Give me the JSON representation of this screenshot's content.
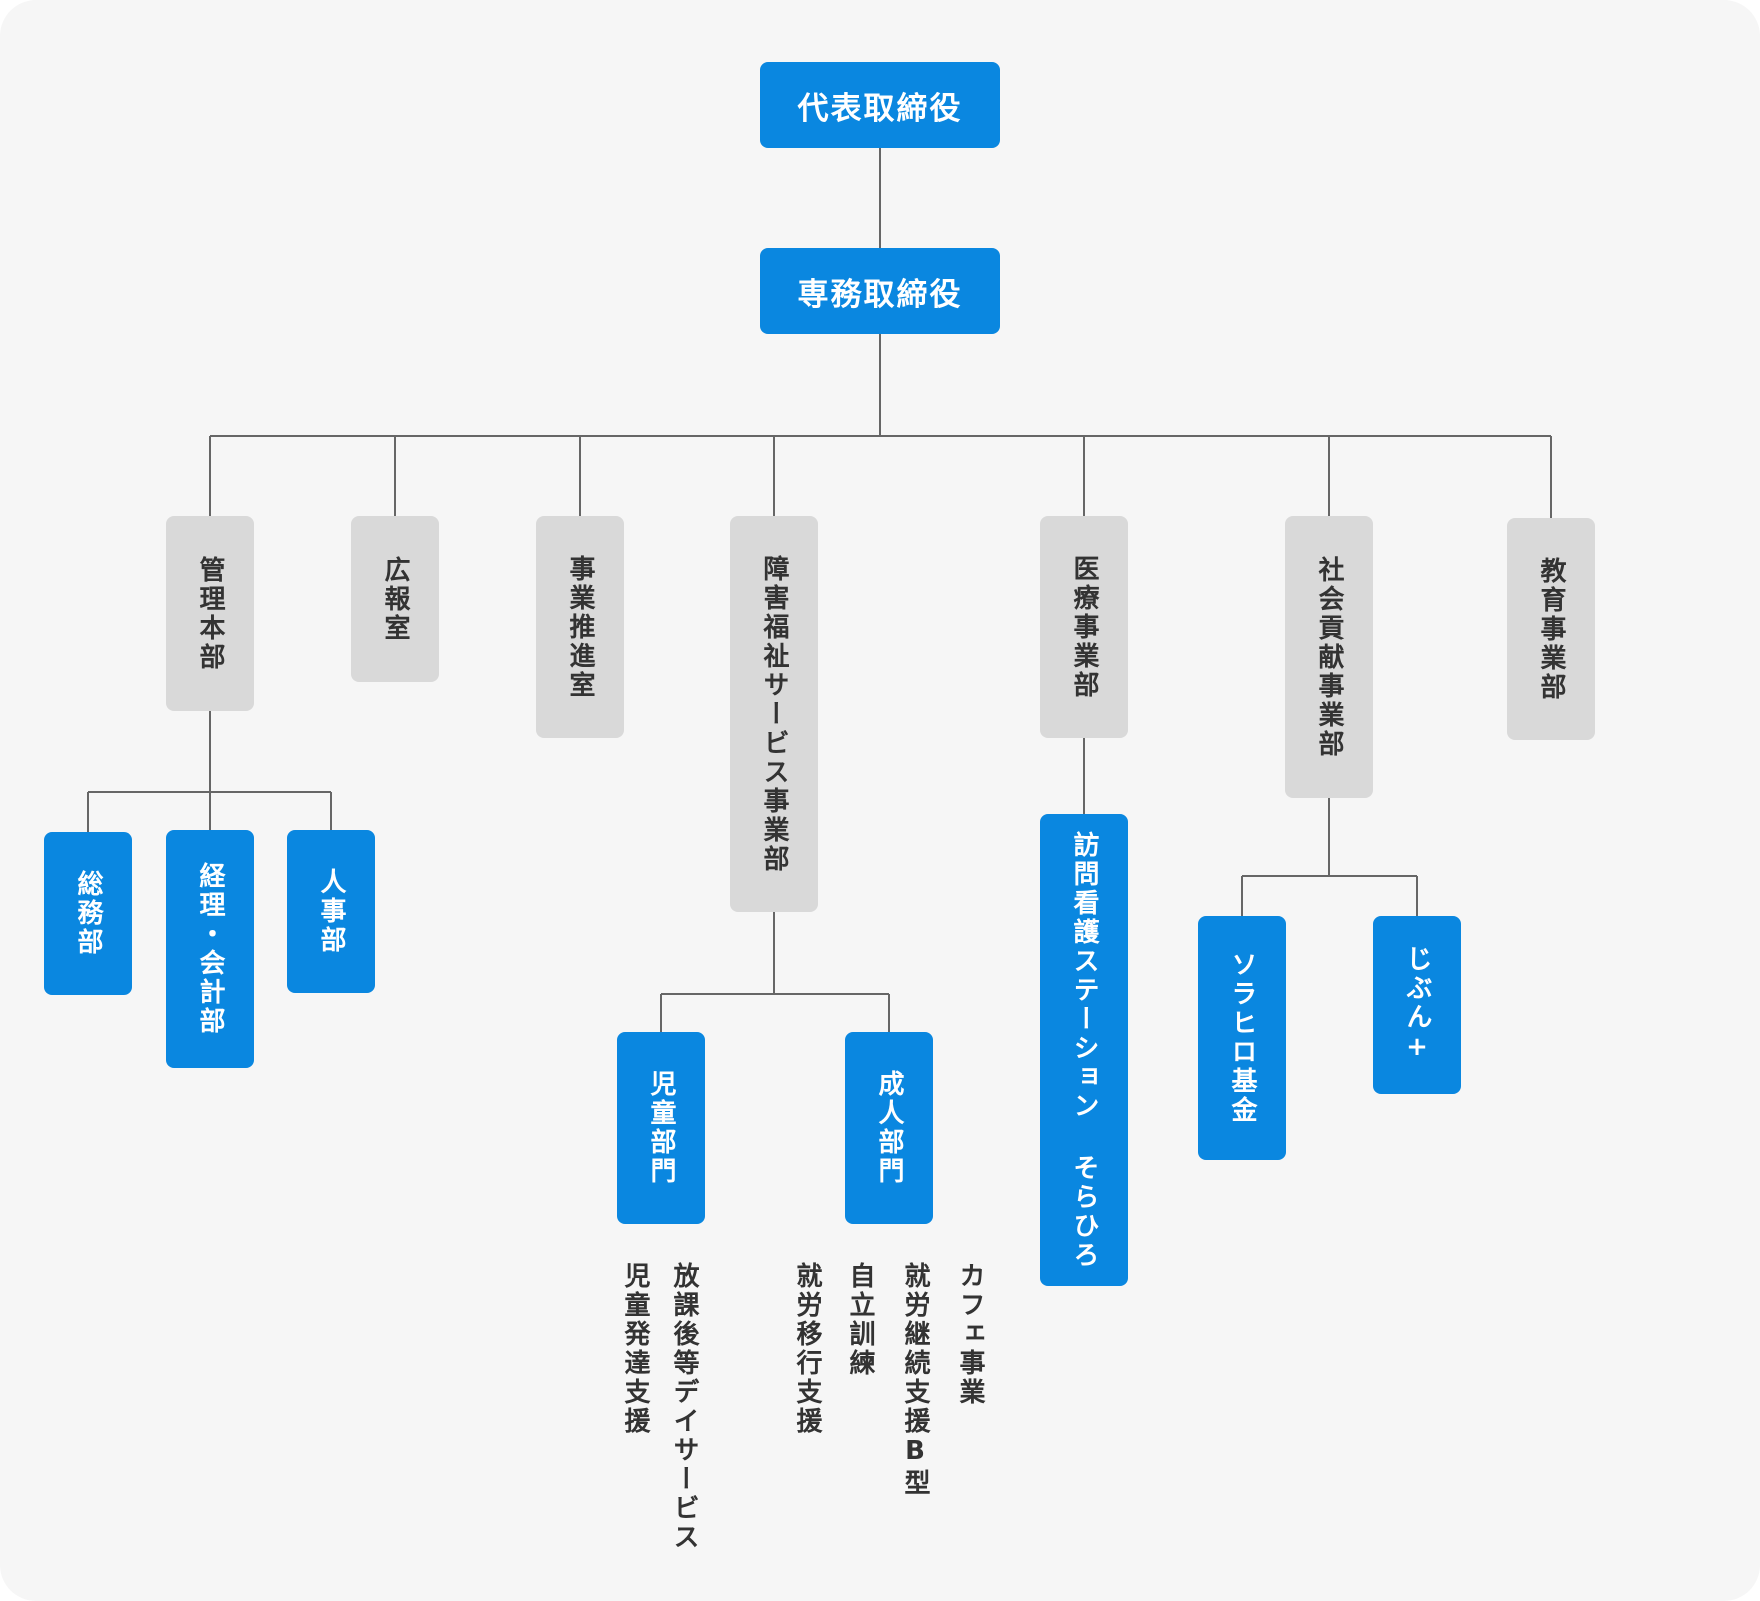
{
  "top": {
    "representative_director": "代表取締役",
    "managing_director": "専務取締役"
  },
  "departments": {
    "admin": "管理本部",
    "pr": "広報室",
    "business_promotion": "事業推進室",
    "welfare": "障害福祉サービス事業部",
    "medical": "医療事業部",
    "social": "社会貢献事業部",
    "education": "教育事業部"
  },
  "admin_sections": {
    "general_affairs": "総務部",
    "accounting": "経理・会計部",
    "hr": "人事部"
  },
  "welfare_sections": {
    "children": "児童部門",
    "adults": "成人部門"
  },
  "medical_sections": {
    "nursing": "訪問看護ステーション そらひろ"
  },
  "social_sections": {
    "fund": "ソラヒロ基金",
    "jibun": "じぶん+"
  },
  "services": {
    "child_development": "児童発達支援",
    "after_school": "放課後等デイサービス",
    "employment_transition": "就労移行支援",
    "independence_training": "自立訓練",
    "employment_b": "就労継続支援B型",
    "cafe": "カフェ事業"
  },
  "colors": {
    "blue": "#0a87e0",
    "gray": "#d9d9d9",
    "line": "#666666",
    "background": "#f6f6f6"
  }
}
